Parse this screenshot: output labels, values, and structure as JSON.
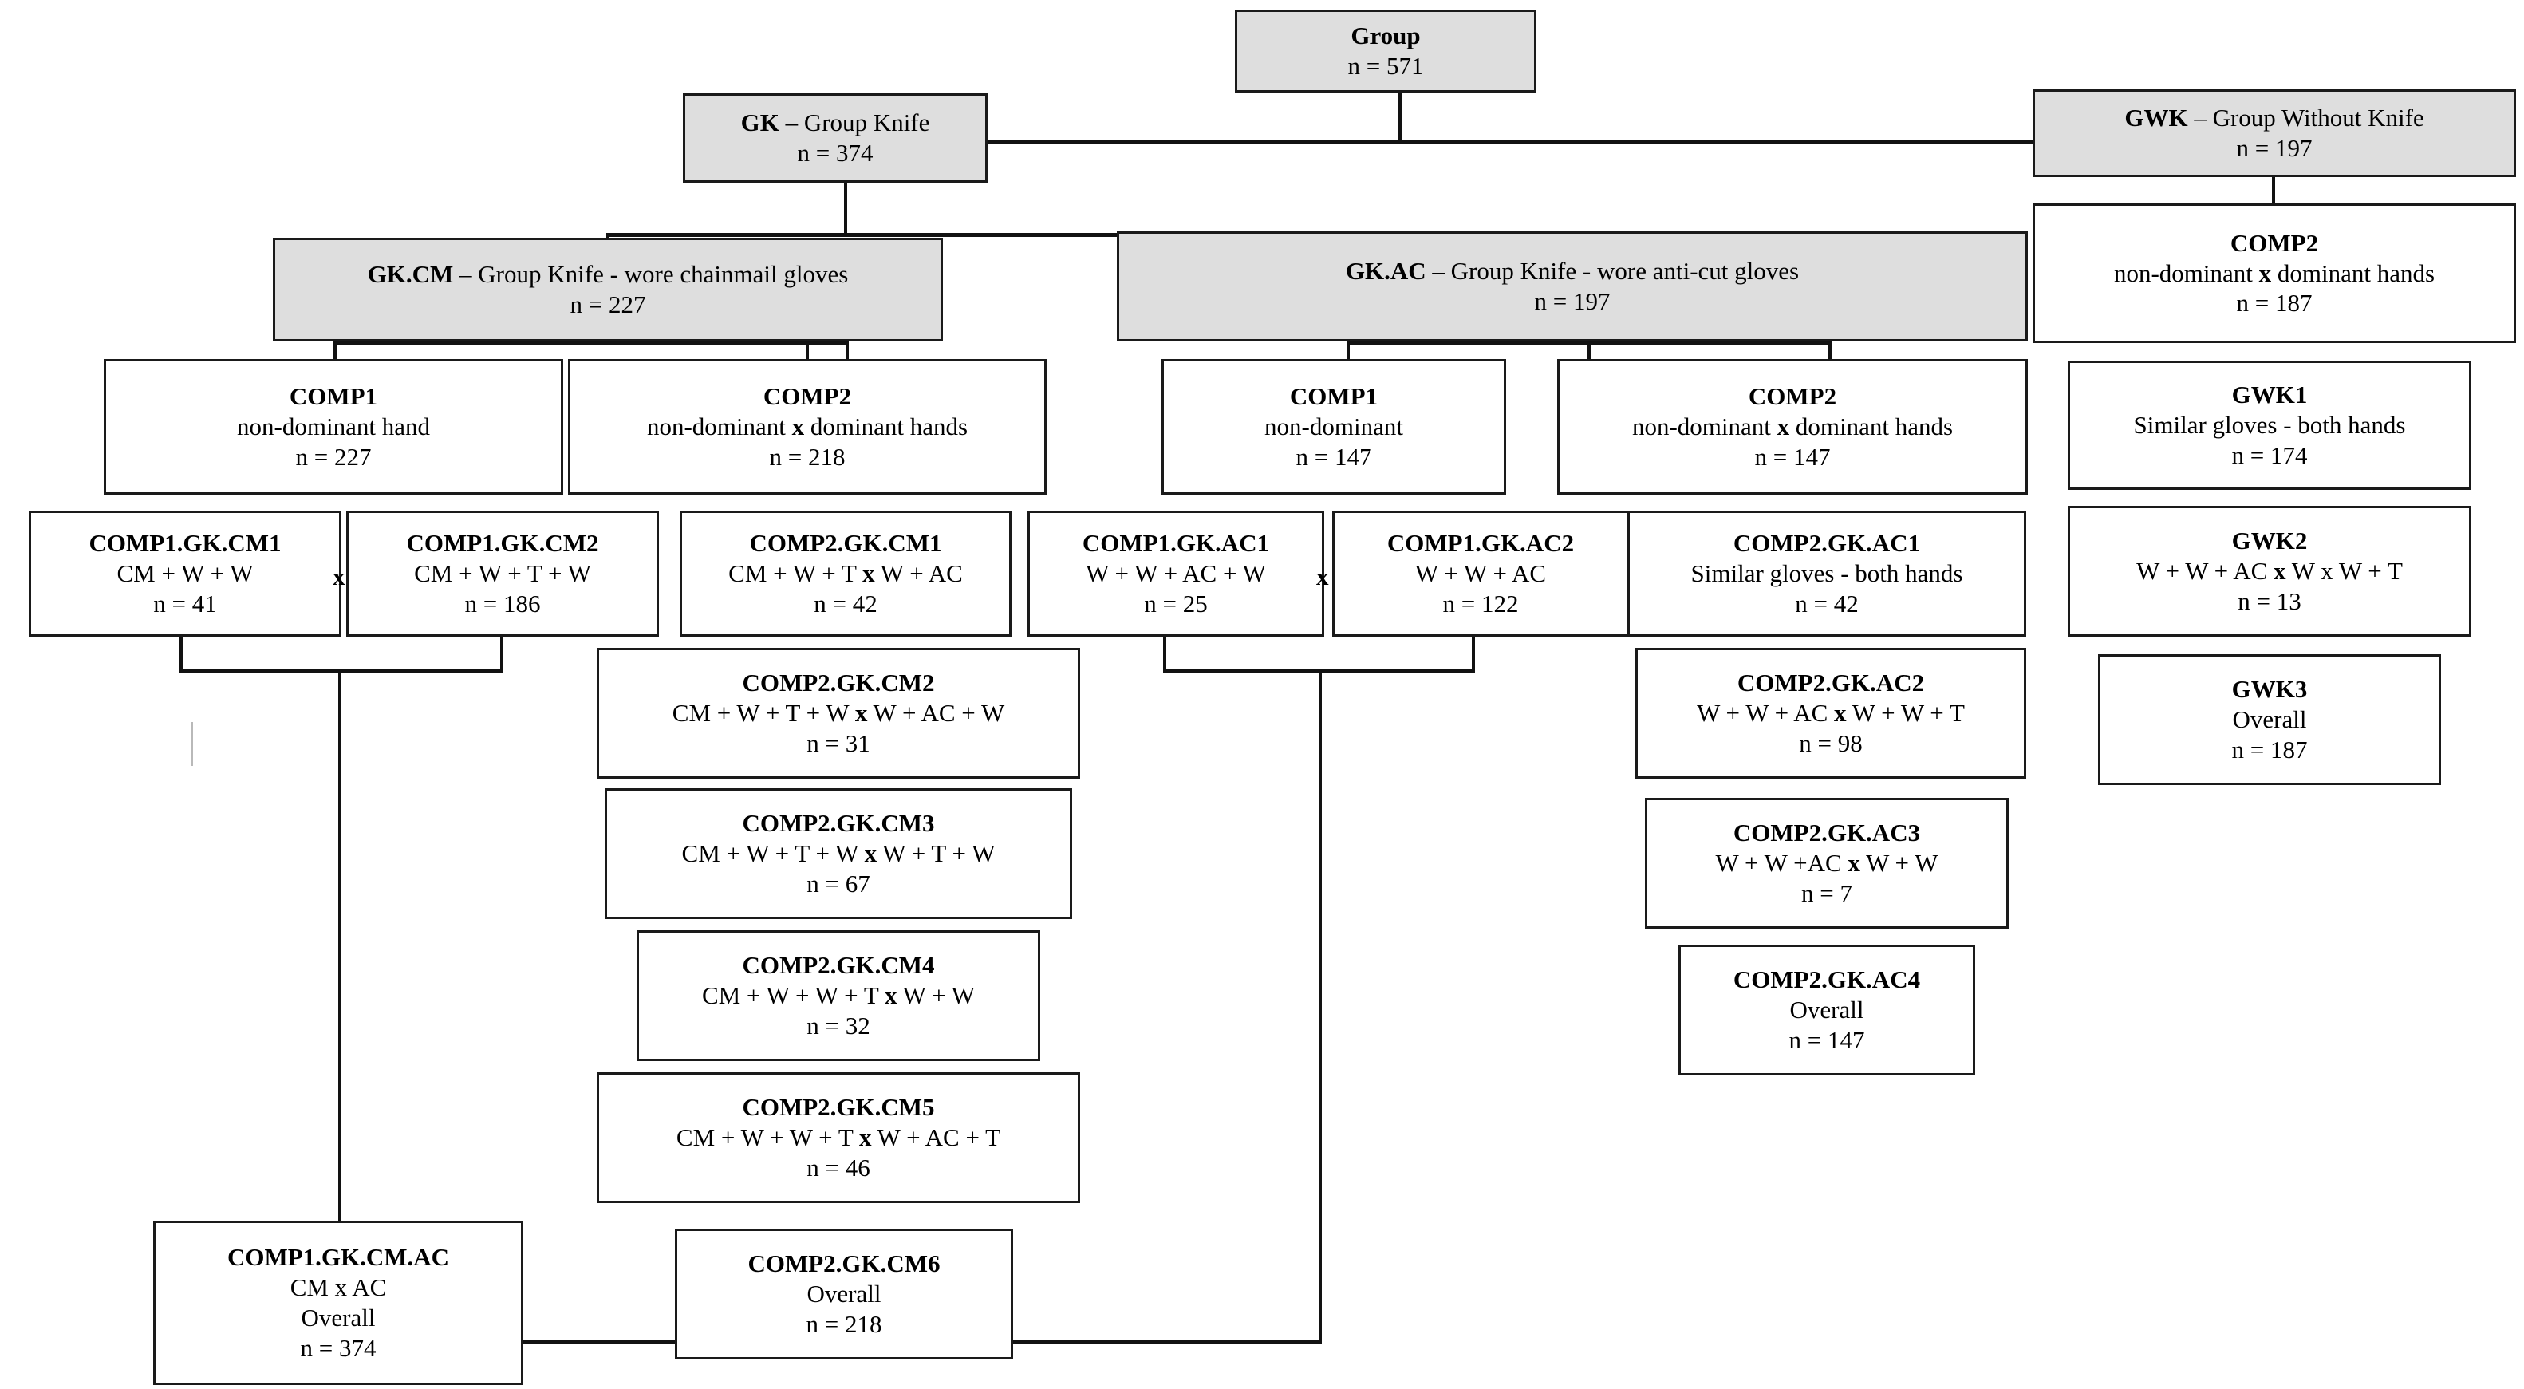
{
  "diagram": {
    "title": "Study group composition flowchart",
    "colors": {
      "shaded_fill": "#dedede",
      "plain_fill": "#ffffff",
      "line": "#121212",
      "text": "#000000"
    }
  },
  "nodes": {
    "group": {
      "title": "Group",
      "n": "n = 571"
    },
    "gk": {
      "code": "GK",
      "desc": " – Group Knife",
      "n": "n = 374"
    },
    "gwk": {
      "code": "GWK",
      "desc": " – Group Without Knife",
      "n": "n = 197"
    },
    "gk_cm": {
      "code": "GK.CM",
      "desc": " – Group Knife - wore chainmail gloves",
      "n": "n = 227"
    },
    "gk_ac": {
      "code": "GK.AC",
      "desc": " – Group Knife - wore anti-cut gloves",
      "n": "n = 197"
    },
    "gwk_comp2": {
      "title": "COMP2",
      "sub_a": "non-dominant ",
      "sub_x": "x",
      "sub_b": " dominant hands",
      "n": "n = 187"
    },
    "cm_comp1": {
      "title": "COMP1",
      "sub": "non-dominant hand",
      "n": "n = 227"
    },
    "cm_comp2": {
      "title": "COMP2",
      "sub_a": "non-dominant ",
      "sub_x": "x",
      "sub_b": " dominant hands",
      "n": "n = 218"
    },
    "ac_comp1": {
      "title": "COMP1",
      "sub": "non-dominant",
      "n": "n = 147"
    },
    "ac_comp2": {
      "title": "COMP2",
      "sub_a": "non-dominant ",
      "sub_x": "x",
      "sub_b": " dominant hands",
      "n": "n = 147"
    },
    "gwk1": {
      "title": "GWK1",
      "sub": "Similar gloves - both hands",
      "n": "n = 174"
    },
    "gwk2": {
      "title": "GWK2",
      "sub_a": "W + W + AC ",
      "sub_x": "x",
      "sub_b": " W x W + T",
      "n": "n = 13"
    },
    "gwk3": {
      "title": "GWK3",
      "sub": "Overall",
      "n": "n = 187"
    },
    "comp1_gk_cm1": {
      "title": "COMP1.GK.CM1",
      "sub": "CM + W + W",
      "n": "n = 41"
    },
    "comp1_gk_cm2": {
      "title": "COMP1.GK.CM2",
      "sub": "CM + W + T + W",
      "n": "n = 186"
    },
    "comp2_gk_cm1": {
      "title": "COMP2.GK.CM1",
      "sub_a": "CM + W + T ",
      "sub_x": "x",
      "sub_b": " W + AC",
      "n": "n = 42"
    },
    "comp2_gk_cm2": {
      "title": "COMP2.GK.CM2",
      "sub_a": "CM + W + T + W ",
      "sub_x": "x",
      "sub_b": " W + AC + W",
      "n": "n = 31"
    },
    "comp2_gk_cm3": {
      "title": "COMP2.GK.CM3",
      "sub_a": "CM + W + T + W ",
      "sub_x": "x",
      "sub_b": " W + T + W",
      "n": "n = 67"
    },
    "comp2_gk_cm4": {
      "title": "COMP2.GK.CM4",
      "sub_a": "CM + W + W + T ",
      "sub_x": "x",
      "sub_b": " W + W",
      "n": "n = 32"
    },
    "comp2_gk_cm5": {
      "title": "COMP2.GK.CM5",
      "sub_a": "CM + W + W + T ",
      "sub_x": "x",
      "sub_b": " W + AC + T",
      "n": "n = 46"
    },
    "comp2_gk_cm6": {
      "title": "COMP2.GK.CM6",
      "sub": "Overall",
      "n": "n = 218"
    },
    "comp1_gk_cm_ac": {
      "title": "COMP1.GK.CM.AC",
      "sub": "CM x AC",
      "sub2": "Overall",
      "n": "n = 374"
    },
    "comp1_gk_ac1": {
      "title": "COMP1.GK.AC1",
      "sub": "W + W + AC + W",
      "n": "n = 25"
    },
    "comp1_gk_ac2": {
      "title": "COMP1.GK.AC2",
      "sub": "W + W + AC",
      "n": "n = 122"
    },
    "comp2_gk_ac1": {
      "title": "COMP2.GK.AC1",
      "sub": "Similar gloves - both hands",
      "n": "n = 42"
    },
    "comp2_gk_ac2": {
      "title": "COMP2.GK.AC2",
      "sub_a": "W + W + AC ",
      "sub_x": "x",
      "sub_b": " W + W + T",
      "n": "n = 98"
    },
    "comp2_gk_ac3": {
      "title": "COMP2.GK.AC3",
      "sub_a": "W + W +AC ",
      "sub_x": "x",
      "sub_b": " W + W",
      "n": "n = 7"
    },
    "comp2_gk_ac4": {
      "title": "COMP2.GK.AC4",
      "sub": "Overall",
      "n": "n = 147"
    }
  },
  "operators": {
    "cm_pair_x": "x",
    "ac_pair_x": "x"
  }
}
